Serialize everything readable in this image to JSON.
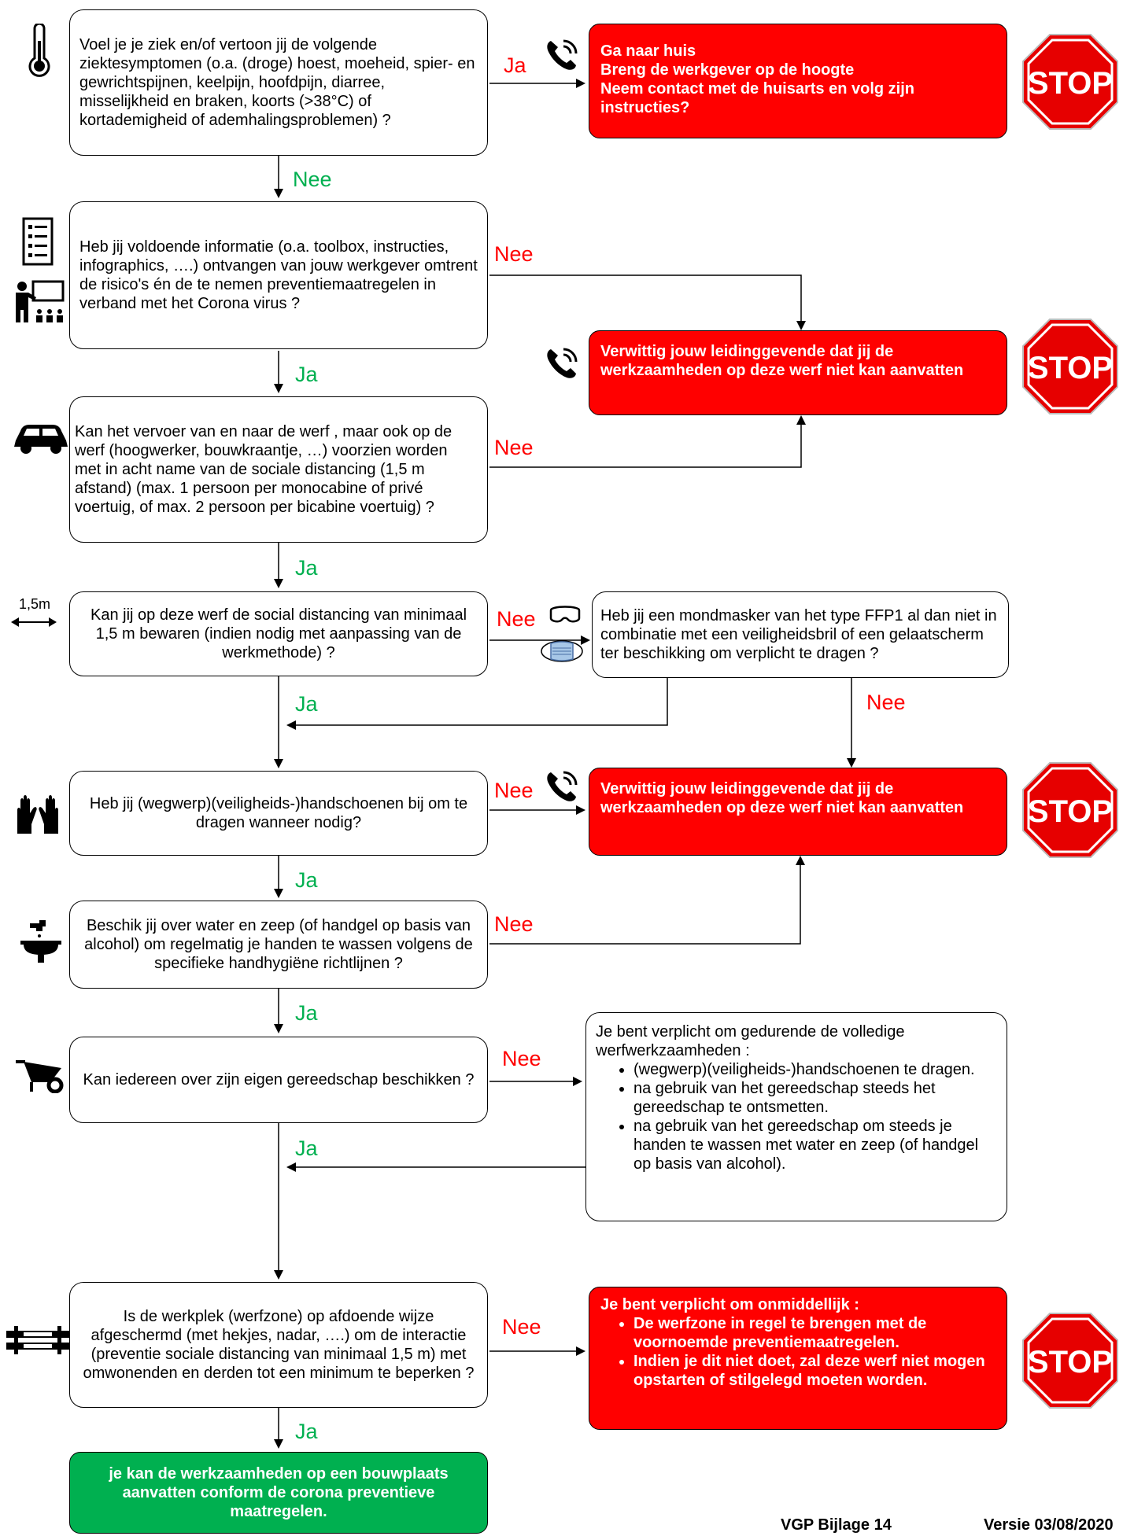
{
  "questions": {
    "q1": "Voel je je ziek en/of vertoon jij de volgende ziektesymptomen (o.a. (droge) hoest, moeheid, spier- en gewrichtspijnen, keelpijn, hoofdpijn, diarree, misselijkheid en braken, koorts (>38°C) of kortademigheid of ademhalingsproblemen) ?",
    "q2": "Heb jij voldoende informatie (o.a. toolbox, instructies, infographics, ….) ontvangen van jouw werkgever omtrent de risico's én de te nemen preventiemaatregelen in verband met het Corona virus ?",
    "q3": "Kan het vervoer van en naar de werf , maar ook op de werf (hoogwerker, bouwkraantje, …) voorzien worden met in acht name van de sociale distancing (1,5 m afstand) (max. 1 persoon per monocabine of privé voertuig, of max. 2 persoon per bicabine voertuig) ?",
    "q4": "Kan jij op deze werf de social distancing van minimaal 1,5 m bewaren (indien nodig met aanpassing van de werkmethode) ?",
    "q4b": "Heb jij een mondmasker van het type FFP1 al dan niet in combinatie met een veiligheidsbril of een gelaatscherm ter beschikking om verplicht te dragen ?",
    "q5": "Heb jij (wegwerp)(veiligheids-)handschoenen bij om te dragen wanneer nodig?",
    "q6": "Beschik jij over water en zeep (of handgel op basis van alcohol) om regelmatig je handen te wassen volgens de specifieke handhygiëne richtlijnen ?",
    "q7": "Kan iedereen over zijn eigen gereedschap beschikken ?",
    "q8": "Is de werkplek (werfzone) op afdoende wijze afgeschermd (met hekjes, nadar, ….) om de interactie (preventie sociale distancing van minimaal 1,5 m) met omwonenden en derden tot een minimum te beperken ?"
  },
  "actions": {
    "a1_lines": [
      "Ga naar huis",
      "Breng de werkgever op de hoogte",
      "Neem contact met de huisarts en volg zijn instructies?"
    ],
    "a2": "Verwittig jouw leidinggevende dat jij de werkzaamheden op deze werf niet kan aanvatten",
    "a3": "Verwittig jouw leidinggevende dat jij de werkzaamheden op deze werf niet kan aanvatten",
    "a4_intro": "Je bent verplicht om onmiddellijk :",
    "a4_items": [
      "De werfzone in regel te brengen met de voornoemde preventiemaatregelen.",
      "Indien je dit niet doet, zal deze werf niet mogen opstarten of stilgelegd moeten worden."
    ],
    "tools_intro": "Je bent verplicht om gedurende de volledige werfwerkzaamheden :",
    "tools_items": [
      "(wegwerp)(veiligheids-)handschoenen te dragen.",
      "na gebruik van het gereedschap steeds het gereedschap te ontsmetten.",
      "na gebruik van het gereedschap om steeds je handen te wassen met water en zeep (of handgel op basis van alcohol)."
    ],
    "final": "je kan de werkzaamheden op een bouwplaats aanvatten conform de corona preventieve maatregelen."
  },
  "labels": {
    "ja": "Ja",
    "nee": "Nee",
    "distance": "1,5m",
    "stop": "STOP"
  },
  "footer": {
    "left": "VGP Bijlage 14",
    "right": "Versie 03/08/2020"
  },
  "icons": [
    "thermometer-icon",
    "checklist-icon",
    "teacher-icon",
    "car-icon",
    "distance-arrow-icon",
    "goggles-icon",
    "face-mask-icon",
    "phone-icon",
    "gloves-icon",
    "handwash-icon",
    "wheelbarrow-icon",
    "fence-icon",
    "stop-sign-icon"
  ],
  "colors": {
    "stop_red": "#ff0000",
    "ok_green": "#00b050",
    "ja_green": "#00b050",
    "nee_red": "#ff0000"
  }
}
